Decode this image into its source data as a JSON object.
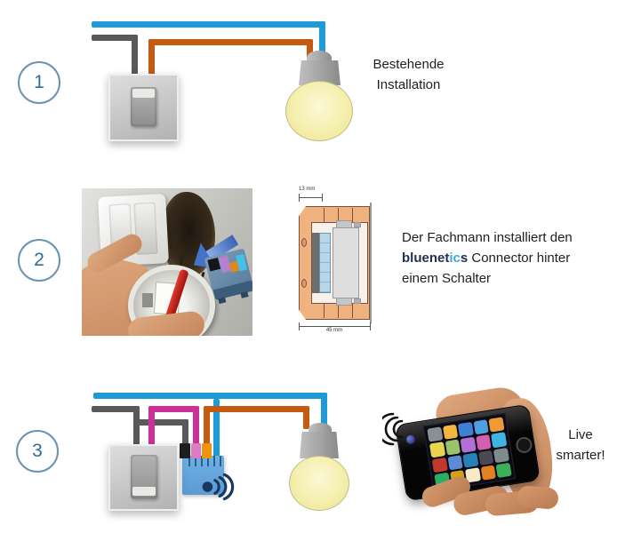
{
  "steps": [
    {
      "number": "1",
      "caption_line1": "Bestehende",
      "caption_line2": "Installation"
    },
    {
      "number": "2",
      "caption_line1": "Der Fachmann installiert den",
      "brand_pre": "bluenet",
      "brand_mid": "ic",
      "brand_post": "s",
      "caption_line2_rest": " Connector hinter",
      "caption_line3": "einem Schalter",
      "drawing": {
        "dim_top": "13 mm",
        "dim_bottom": "45 mm"
      }
    },
    {
      "number": "3",
      "caption_line1": "Live",
      "caption_line2": "smarter!"
    }
  ],
  "colors": {
    "wire_blue": "#1e9ad6",
    "wire_gray": "#595959",
    "wire_orange": "#c55a11",
    "wire_pink": "#cc3099",
    "connector_blue": "#5b9bd5",
    "wifi_navy": "#17375e",
    "badge_blue": "#2f6d99",
    "brand_dark": "#1f3050",
    "brand_cyan": "#3fa9dc",
    "bulb_yellow": "#f5efae",
    "drawing_orange": "#f0b27f",
    "arrow_blue": "#4472c4"
  },
  "phone": {
    "app_icon_colors": [
      "#8a8f96",
      "#f4b63f",
      "#3f7fd4",
      "#4f9fe0",
      "#f09a36",
      "#e8d44d",
      "#9ac46a",
      "#b06fd4",
      "#d45fb0",
      "#3fb4e0",
      "#c0392b",
      "#5b8dd4",
      "#2980b9",
      "#4a4a52",
      "#7f8c8d",
      "#27ae60",
      "#d4a017",
      "#f5e9c8",
      "#e67e22",
      "#3dae5b"
    ]
  }
}
